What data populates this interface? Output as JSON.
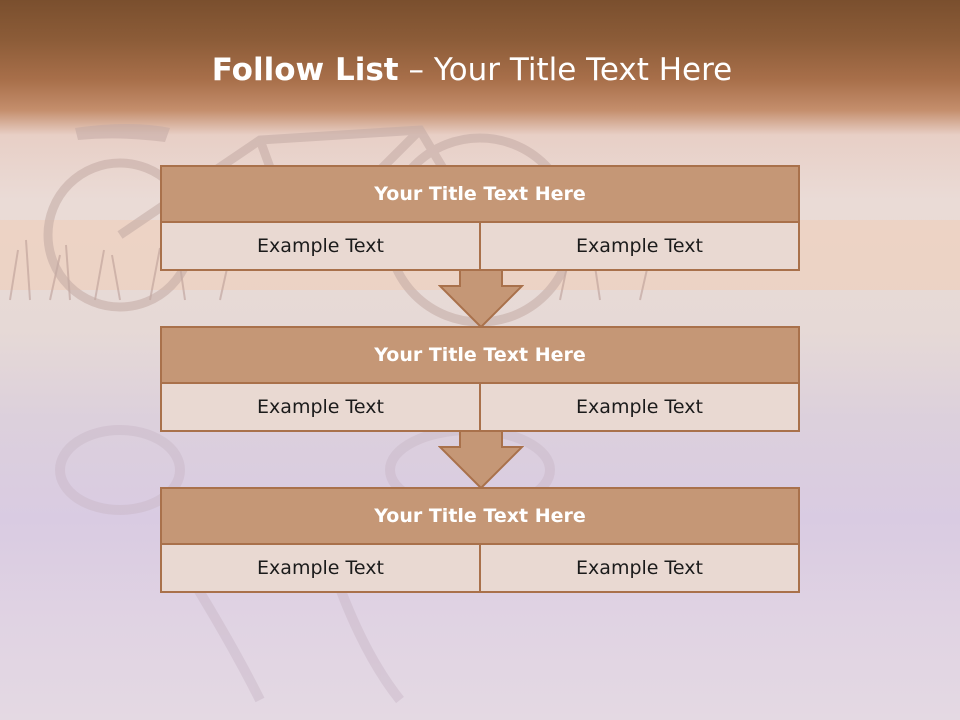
{
  "title": {
    "bold": "Follow List",
    "rest": "– Your Title Text Here"
  },
  "boxes": [
    {
      "title": "Your Title Text Here",
      "left": "Example Text",
      "right": "Example Text"
    },
    {
      "title": "Your Title Text Here",
      "left": "Example Text",
      "right": "Example Text"
    },
    {
      "title": "Your Title Text Here",
      "left": "Example Text",
      "right": "Example Text"
    }
  ],
  "colors": {
    "header_band": "#8c5c38",
    "box_header": "#c59776",
    "box_cell": "#e9d9d2",
    "border": "#a9714b"
  }
}
